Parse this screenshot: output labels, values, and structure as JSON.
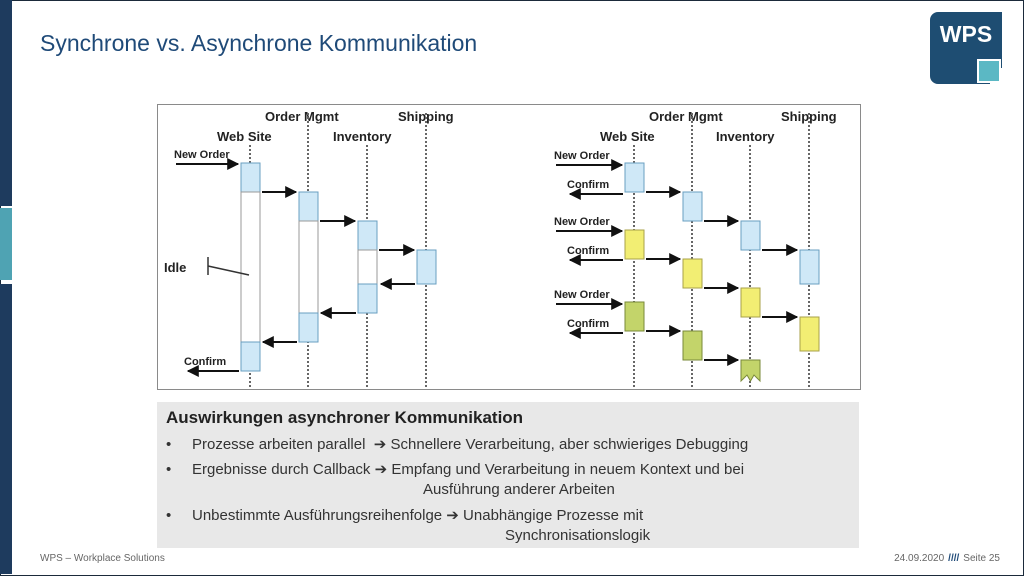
{
  "slide": {
    "title": "Synchrone vs. Asynchrone Kommunikation",
    "logo_text": "WPS",
    "colors": {
      "title": "#1f4a78",
      "sidebar": "#1e3b5e",
      "accent": "#4fa3b3",
      "box_blue": "#cfe8f7",
      "box_yellow": "#f2ee73",
      "box_green": "#c3d46a"
    }
  },
  "diagram": {
    "sync": {
      "header_order": "Order Mgmt",
      "header_shipping": "Shipping",
      "header_web": "Web Site",
      "header_inventory": "Inventory",
      "msg_new_order": "New Order",
      "idle_label": "Idle",
      "msg_confirm": "Confirm"
    },
    "async": {
      "header_order": "Order Mgmt",
      "header_shipping": "Shipping",
      "header_web": "Web Site",
      "header_inventory": "Inventory",
      "msgs": [
        "New Order",
        "Confirm",
        "New Order",
        "Confirm",
        "New Order",
        "Confirm"
      ]
    }
  },
  "panel": {
    "heading": "Auswirkungen asynchroner Kommunikation",
    "bullets": [
      {
        "marker": "•",
        "text": "Prozesse arbeiten parallel  ➔ Schnellere Verarbeitung, aber schwieriges Debugging"
      },
      {
        "marker": "•",
        "text": "Ergebnisse durch Callback ➔ Empfang und Verarbeitung in neuem Kontext und bei",
        "cont": "Ausführung anderer Arbeiten"
      },
      {
        "marker": "•",
        "text": "Unbestimmte Ausführungsreihenfolge ➔ Unabhängige Prozesse mit",
        "cont": "Synchronisationslogik"
      }
    ]
  },
  "footer": {
    "left": "WPS – Workplace Solutions",
    "date": "24.09.2020",
    "separator": "////",
    "page": "Seite 25"
  }
}
